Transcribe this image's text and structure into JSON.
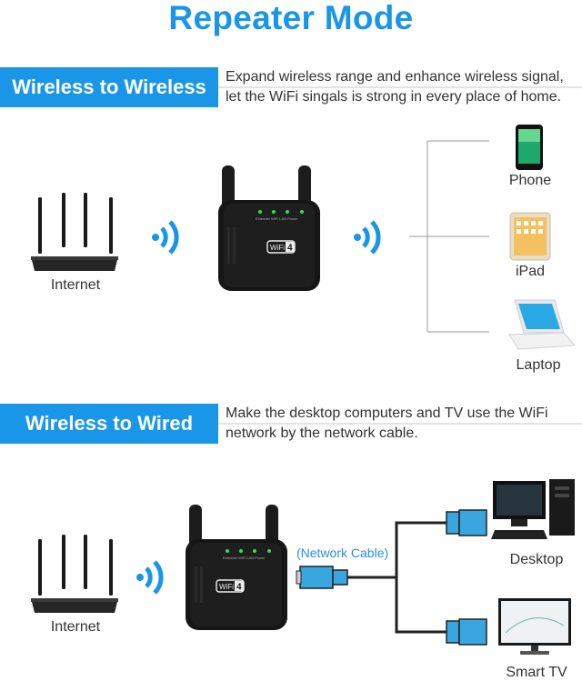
{
  "title": "Repeater Mode",
  "section1": {
    "badge": "Wireless to Wireless",
    "description_line1": "Expand wireless range and enhance wireless signal,",
    "description_line2": "let the WiFi singals is strong in every place of home.",
    "source_label": "Internet",
    "devices": [
      {
        "label": "Phone",
        "icon": "phone-icon"
      },
      {
        "label": "iPad",
        "icon": "tablet-icon"
      },
      {
        "label": "Laptop",
        "icon": "laptop-icon"
      }
    ]
  },
  "section2": {
    "badge": "Wireless to Wired",
    "description_line1": "Make the desktop computers and TV use the WiFi",
    "description_line2": "network by the network cable.",
    "source_label": "Internet",
    "cable_label": "(Network Cable)",
    "devices": [
      {
        "label": "Desktop",
        "icon": "desktop-computer-icon"
      },
      {
        "label": "Smart TV",
        "icon": "smart-tv-icon"
      }
    ]
  },
  "repeater": {
    "badge_text": "4",
    "led_labels": [
      "Extender",
      "WiFi",
      "LAN",
      "Power"
    ]
  },
  "colors": {
    "accent": "#1a96e8",
    "led": "#3adb4c",
    "cable": "#3aa6e0"
  }
}
